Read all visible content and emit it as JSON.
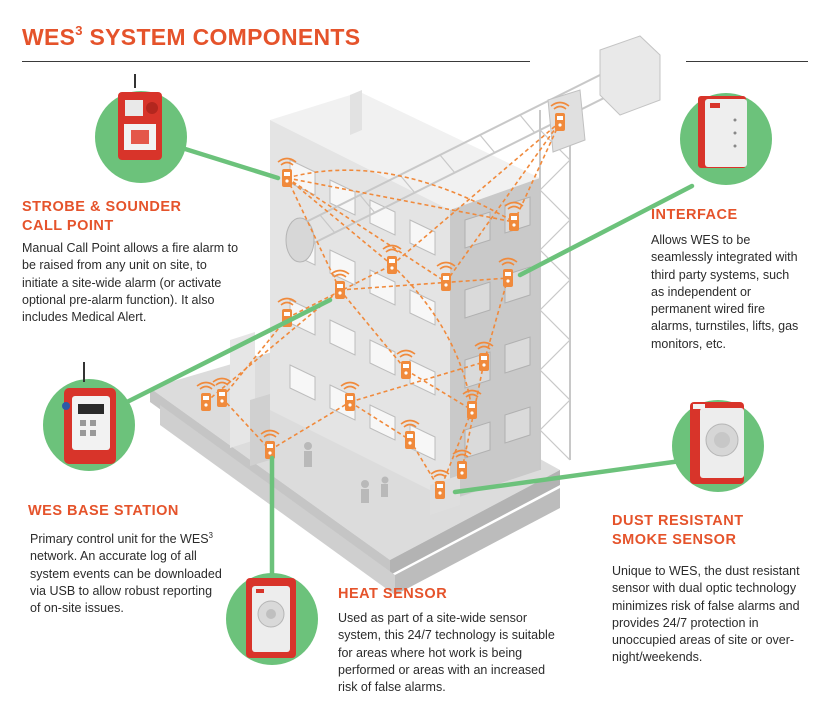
{
  "title": {
    "main": "WES",
    "sup": "3",
    "rest": " SYSTEM COMPONENTS"
  },
  "colors": {
    "accent": "#e5532b",
    "connector": "#6cc27b",
    "device_red": "#d8342a",
    "signal": "#f08a3c"
  },
  "components": {
    "strobe": {
      "heading": "STROBE & SOUNDER\nCALL POINT",
      "desc": "Manual Call Point allows a fire alarm to be raised from any unit on site, to initiate a site-wide alarm (or activate optional pre-alarm function). It also includes Medical Alert.",
      "icon": "call-point-icon"
    },
    "interface": {
      "heading": "INTERFACE",
      "desc": "Allows WES to be seamlessly integrated with third party systems, such as independent or permanent wired fire alarms, turnstiles, lifts, gas monitors, etc.",
      "icon": "interface-unit-icon"
    },
    "base": {
      "heading": "WES BASE STATION",
      "desc_pre": "Primary control unit for the WES",
      "desc_sup": "3",
      "desc_post": " network. An accurate log of all system events can be downloaded via USB to allow robust reporting of on-site issues.",
      "icon": "base-station-icon"
    },
    "heat": {
      "heading": "HEAT SENSOR",
      "desc": "Used as part of a site-wide sensor system, this 24/7 technology is suitable for areas where hot work is being performed or areas with an increased risk of false alarms.",
      "icon": "heat-sensor-icon"
    },
    "smoke": {
      "heading": "DUST RESISTANT\nSMOKE SENSOR",
      "desc": "Unique to WES, the dust resistant sensor with dual optic technology minimizes risk of false alarms and provides 24/7 protection in unoccupied areas of site or over-night/weekends.",
      "icon": "smoke-sensor-icon"
    }
  }
}
